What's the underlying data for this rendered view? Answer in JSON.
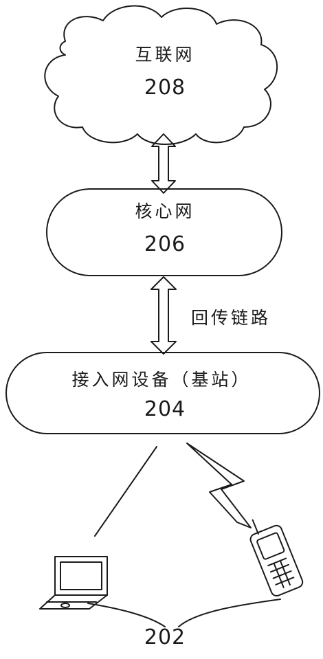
{
  "internet": {
    "name": "互联网",
    "ref": "208"
  },
  "core_network": {
    "name": "核心网",
    "ref": "206"
  },
  "backhaul_link": {
    "label": "回传链路"
  },
  "access_network": {
    "name": "接入网设备（基站）",
    "ref": "204"
  },
  "terminals": {
    "ref": "202"
  },
  "colors": {
    "line": "#1a1a1a",
    "background": "#ffffff"
  }
}
